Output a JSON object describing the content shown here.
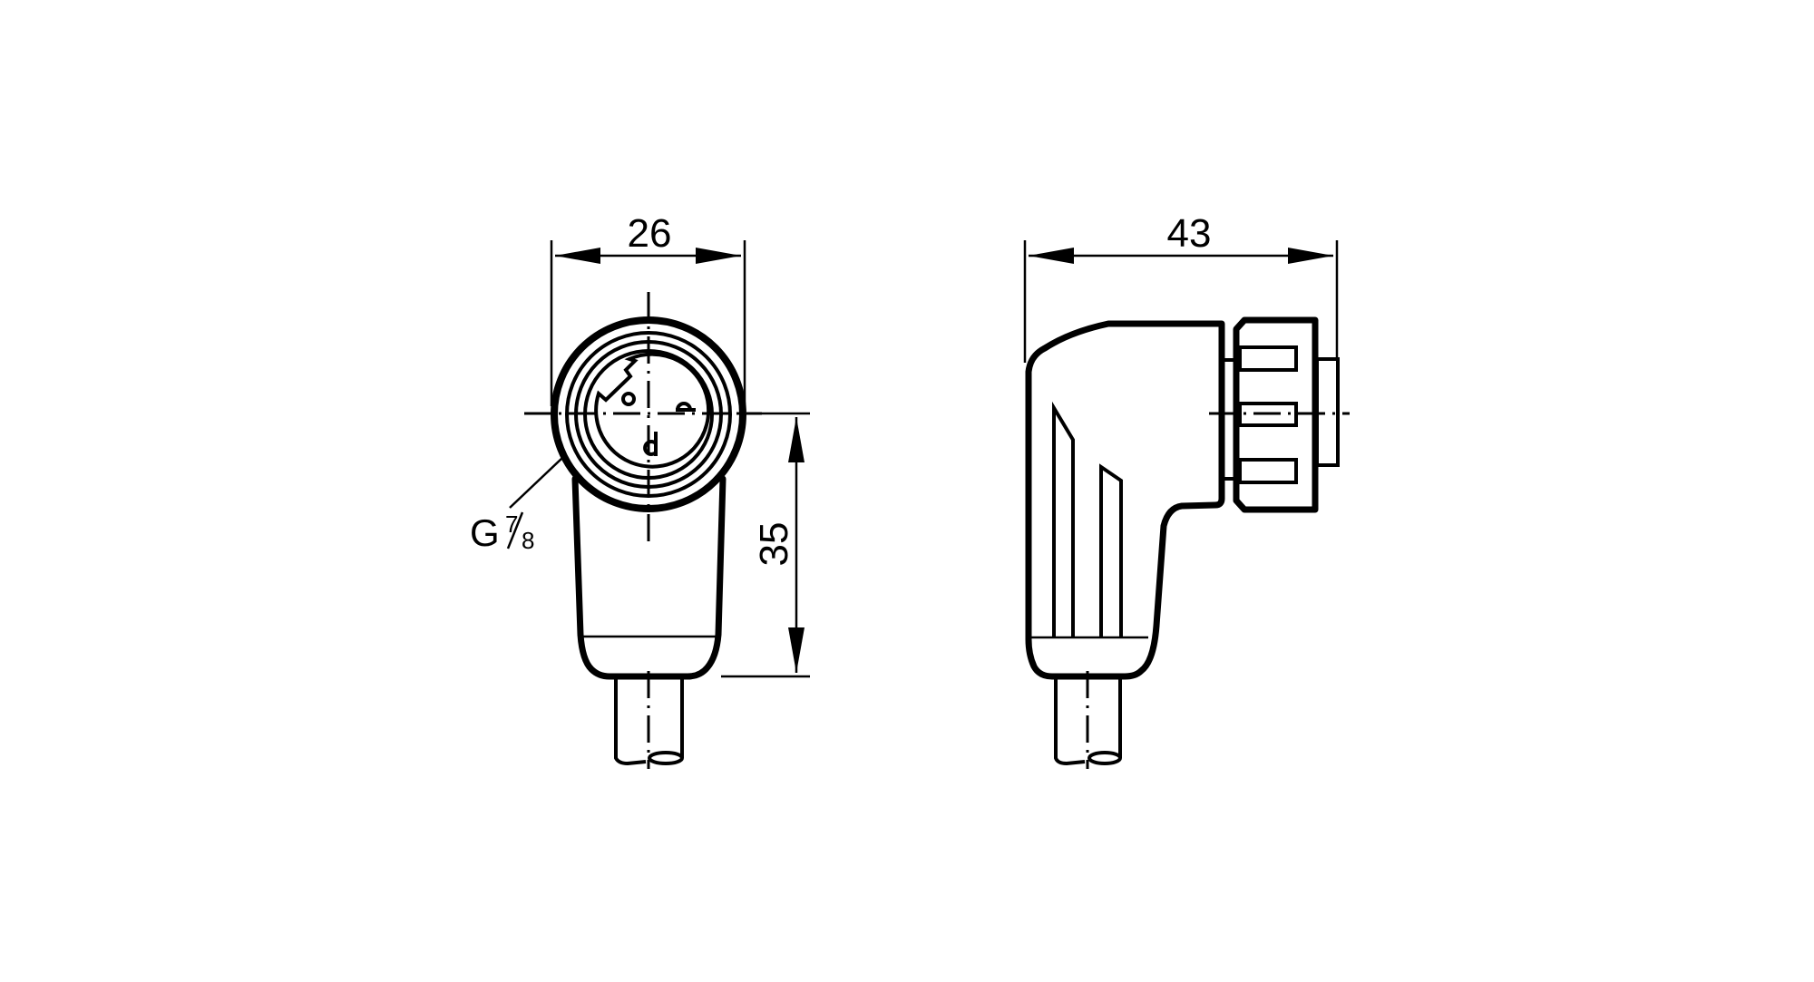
{
  "drawing": {
    "type": "technical-dimension-drawing",
    "subject": "angled connector socket with coupling nut",
    "line_color": "#000000",
    "background_color": "#ffffff"
  },
  "views": [
    {
      "name": "front-view",
      "dimensions": {
        "width": "26",
        "height": "35"
      },
      "thread_label": {
        "prefix": "G",
        "numerator": "7",
        "denominator": "8"
      }
    },
    {
      "name": "side-view",
      "dimensions": {
        "length": "43"
      }
    }
  ]
}
